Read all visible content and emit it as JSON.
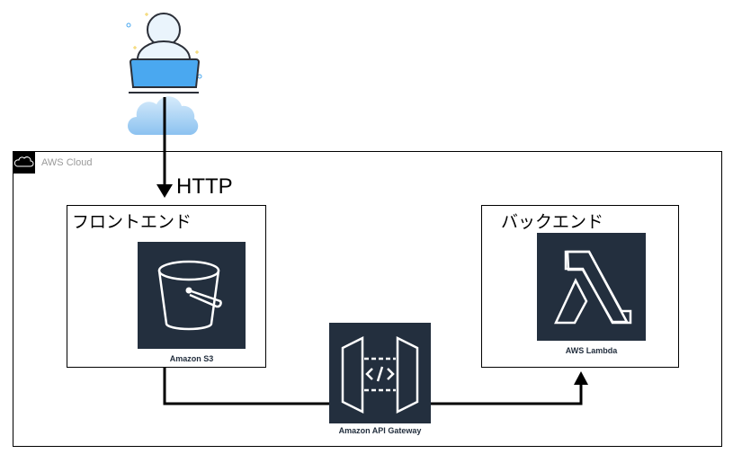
{
  "cloud_group": {
    "label": "AWS Cloud",
    "icon": "cloud-outline-icon"
  },
  "user": {
    "icon": "user-laptop-icon",
    "cloud_icon": "internet-cloud-icon"
  },
  "http_label": "HTTP",
  "groups": {
    "frontend": {
      "title": "フロントエンド",
      "service": {
        "name": "Amazon S3",
        "icon": "s3-bucket-icon"
      }
    },
    "backend": {
      "title": "バックエンド",
      "service": {
        "name": "AWS Lambda",
        "icon": "lambda-icon"
      }
    }
  },
  "gateway": {
    "name": "Amazon API Gateway",
    "icon": "api-gateway-icon"
  },
  "colors": {
    "service_icon_bg": "#232f3e",
    "laptop_blue": "#4aa8f0",
    "cloud_blue": "#a9d2f5",
    "group_label_gray": "#9a9a9a"
  }
}
